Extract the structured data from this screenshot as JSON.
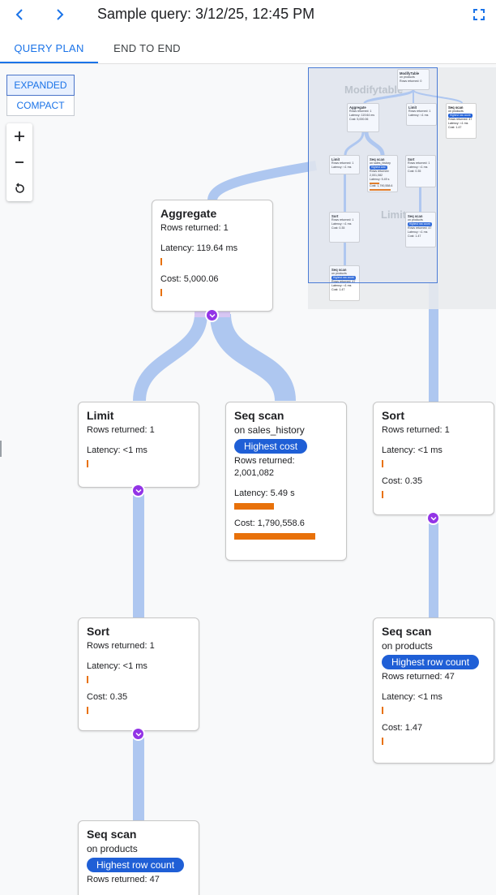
{
  "header": {
    "title": "Sample query: 3/12/25, 12:45 PM",
    "back_icon": "chevron-left-icon",
    "forward_icon": "chevron-right-icon",
    "fullscreen_icon": "fullscreen-icon"
  },
  "tabs": [
    {
      "label": "QUERY PLAN",
      "active": true
    },
    {
      "label": "END TO END",
      "active": false
    }
  ],
  "view_mode": {
    "expanded_label": "EXPANDED",
    "compact_label": "COMPACT",
    "selected": "EXPANDED"
  },
  "zoom_controls": {
    "zoom_in": "+",
    "zoom_out": "−",
    "reset_icon": "reset-icon"
  },
  "colors": {
    "accent": "#1a73e8",
    "badge": "#1f5fd6",
    "cost_bar": "#e8710a",
    "edge": "#aec7f0",
    "expand": "#9334e6"
  },
  "nodes": {
    "aggregate": {
      "title": "Aggregate",
      "rows": "Rows returned: 1",
      "latency": "Latency: 119.64 ms",
      "cost": "Cost: 5,000.06"
    },
    "limit": {
      "title": "Limit",
      "rows": "Rows returned: 1",
      "latency": "Latency: <1 ms"
    },
    "seq_scan_sales": {
      "title": "Seq scan",
      "on": "on sales_history",
      "badge": "Highest cost",
      "rows_label": "Rows returned:",
      "rows_value": "2,001,082",
      "latency": "Latency: 5.49 s",
      "cost": "Cost: 1,790,558.6"
    },
    "sort_right": {
      "title": "Sort",
      "rows": "Rows returned: 1",
      "latency": "Latency: <1 ms",
      "cost": "Cost: 0.35"
    },
    "sort_left": {
      "title": "Sort",
      "rows": "Rows returned: 1",
      "latency": "Latency: <1 ms",
      "cost": "Cost: 0.35"
    },
    "seq_scan_products_right": {
      "title": "Seq scan",
      "on": "on products",
      "badge": "Highest row count",
      "rows": "Rows returned: 47",
      "latency": "Latency: <1 ms",
      "cost": "Cost: 1.47"
    },
    "seq_scan_products_left": {
      "title": "Seq scan",
      "on": "on products",
      "badge": "Highest row count",
      "rows": "Rows returned: 47"
    }
  },
  "minimap": {
    "modifytable": {
      "title": "ModifyTable",
      "on": "on products",
      "rows": "Rows returned: 0"
    },
    "aggregate": {
      "title": "Aggregate",
      "rows": "Rows returned: 1",
      "latency": "Latency: 119.64 ms",
      "cost": "Cost: 5,000.06"
    },
    "limit_top": {
      "title": "Limit",
      "rows": "Rows returned: 1",
      "latency": "Latency: <1 ms"
    },
    "seq_scan_top": {
      "title": "Seq scan",
      "on": "on products",
      "badge": "Highest row count",
      "rows": "Rows returned: 47",
      "latency": "Latency: <1 ms",
      "cost": "Cost: 1.47"
    },
    "limit": {
      "title": "Limit",
      "rows": "Rows returned: 1",
      "latency": "Latency: <1 ms"
    },
    "seq_scan_sales": {
      "title": "Seq scan",
      "on": "on sales_history",
      "badge": "Highest cost",
      "rows": "Rows returned: 2,001,082",
      "latency": "Latency: 5.49 s",
      "cost": "Cost: 1,790,558.6"
    },
    "sort_right": {
      "title": "Sort",
      "rows": "Rows returned: 1",
      "latency": "Latency: <1 ms",
      "cost": "Cost: 0.35"
    },
    "sort_left": {
      "title": "Sort",
      "rows": "Rows returned: 1",
      "latency": "Latency: <1 ms",
      "cost": "Cost: 0.35"
    },
    "seq_scan_right": {
      "title": "Seq scan",
      "on": "on products",
      "badge": "Highest row count",
      "rows": "Rows returned: 47",
      "latency": "Latency: <1 ms",
      "cost": "Cost: 1.47"
    },
    "seq_scan_left": {
      "title": "Seq scan",
      "on": "on products",
      "badge": "Highest row count",
      "rows": "Rows returned: 47",
      "latency": "Latency: <1 ms",
      "cost": "Cost: 1.47"
    }
  },
  "ghost_labels": {
    "modifytable": "Modifytable",
    "limit": "Limit"
  }
}
